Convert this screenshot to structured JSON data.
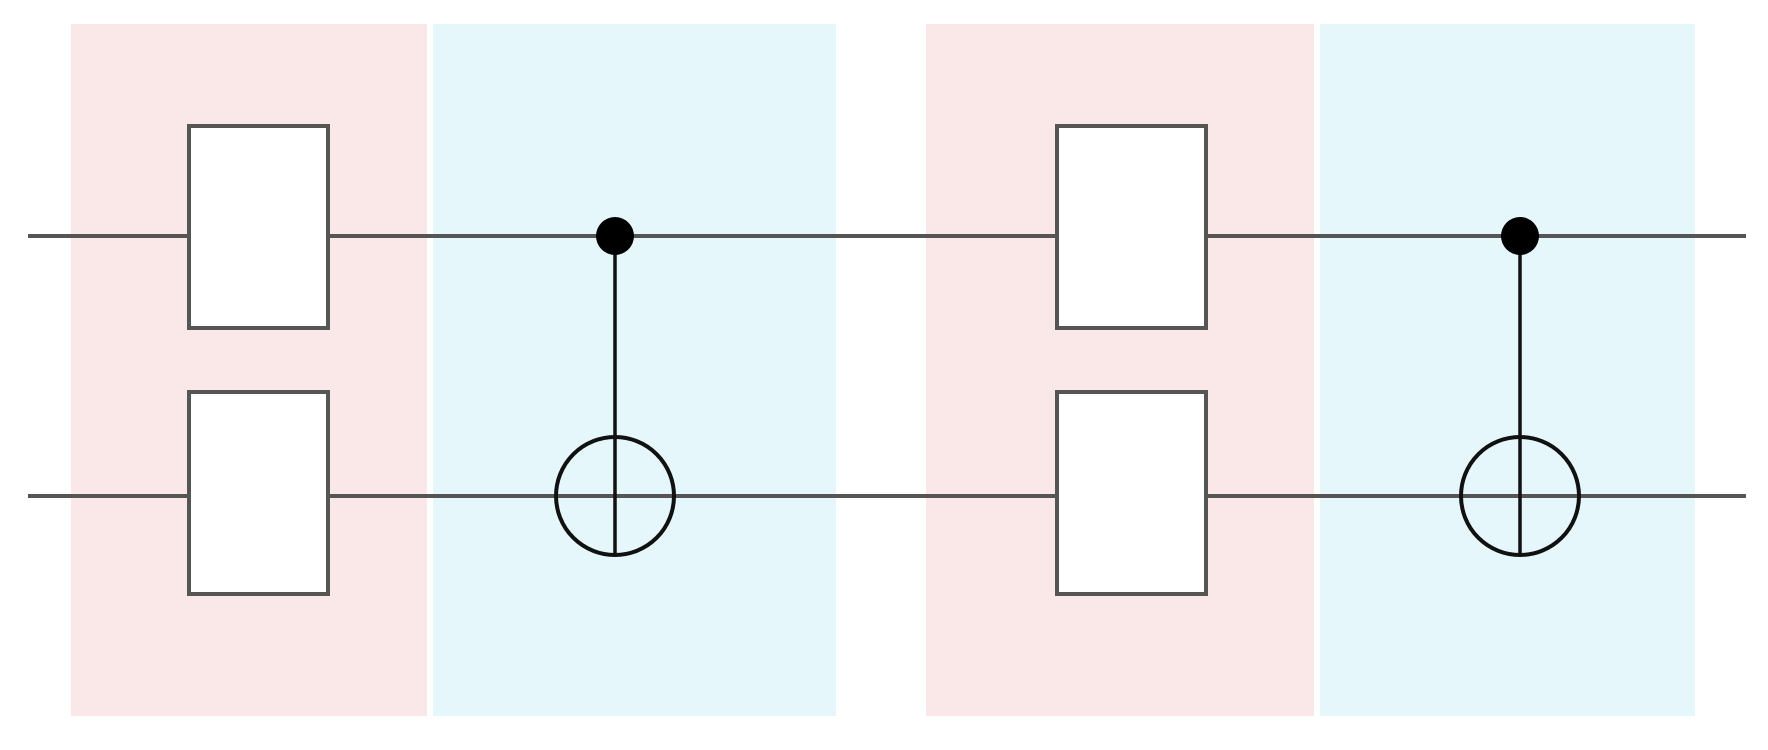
{
  "colors": {
    "single_qubit_layer": "#fae8e8",
    "entangling_layer": "#e6f7fc",
    "wire": "#555555",
    "gate_stroke": "#555555",
    "control": "#000000"
  },
  "diagram": {
    "qubits": 2,
    "layers": [
      {
        "type": "single-qubit-gates",
        "color_key": "single_qubit_layer"
      },
      {
        "type": "cnot",
        "control": 0,
        "target": 1,
        "color_key": "entangling_layer"
      },
      {
        "type": "single-qubit-gates",
        "color_key": "single_qubit_layer"
      },
      {
        "type": "cnot",
        "control": 0,
        "target": 1,
        "color_key": "entangling_layer"
      }
    ]
  }
}
